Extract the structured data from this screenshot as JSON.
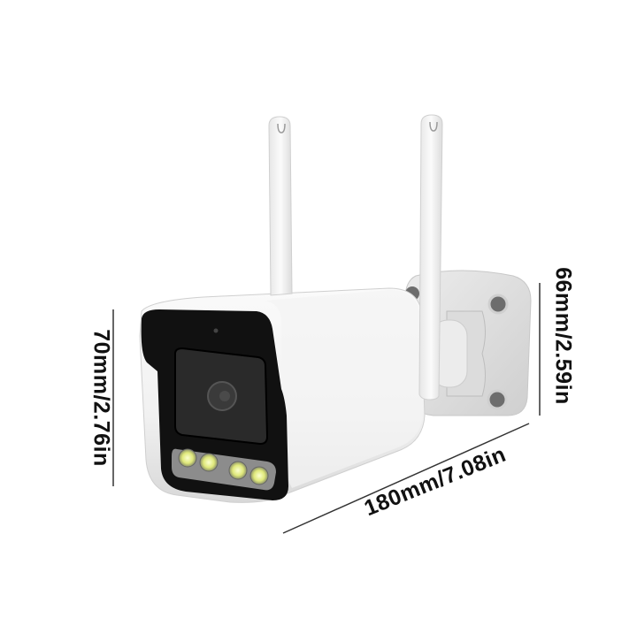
{
  "image": {
    "subject": "Outdoor wireless bullet security camera with two antennas and wall mount",
    "background": "#ffffff"
  },
  "dimensions": {
    "height": "70mm/2.76in",
    "mount_height": "66mm/2.59in",
    "length": "180mm/7.08in"
  },
  "camera": {
    "body_color": "#f4f4f4",
    "face_color": "#111111",
    "led_count": 4,
    "led_color": "#e8f08a",
    "antenna_count": 2
  }
}
